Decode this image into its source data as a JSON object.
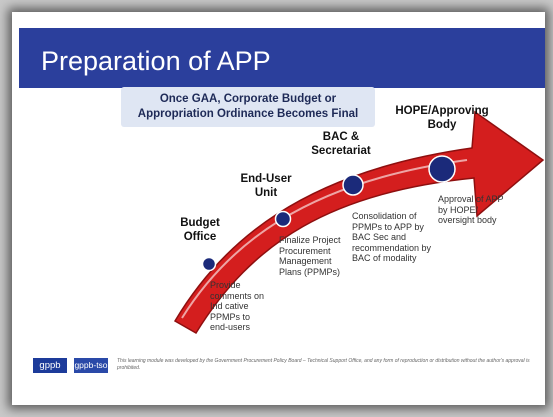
{
  "slide": {
    "title": "Preparation of APP",
    "banner": "Once GAA, Corporate Budget or Appropriation Ordinance Becomes Final"
  },
  "steps": [
    {
      "label": "Budget Office",
      "desc": "Provide comments on Ind cative PPMPs to end-users"
    },
    {
      "label": "End-User Unit",
      "desc": "Finalize Project Procurement Management Plans (PPMPs)"
    },
    {
      "label": "BAC & Secretariat",
      "desc": "Consolidation of PPMPs to APP by BAC Sec and recommendation by BAC of modality"
    },
    {
      "label": "HOPE/Approving Body",
      "desc": "Approval of APP by HOPE/ oversight body"
    }
  ],
  "footer": {
    "logo1": "gppb",
    "logo2": "gppb-tso",
    "note": "This learning module was developed by the Government Procurement Policy Board – Technical Support Office, and any form of reproduction or distribution without the author's approval is prohibited."
  },
  "colors": {
    "title_bar": "#2b3f9c",
    "arrow": "#d41e1e",
    "dot": "#1b2a7a"
  }
}
